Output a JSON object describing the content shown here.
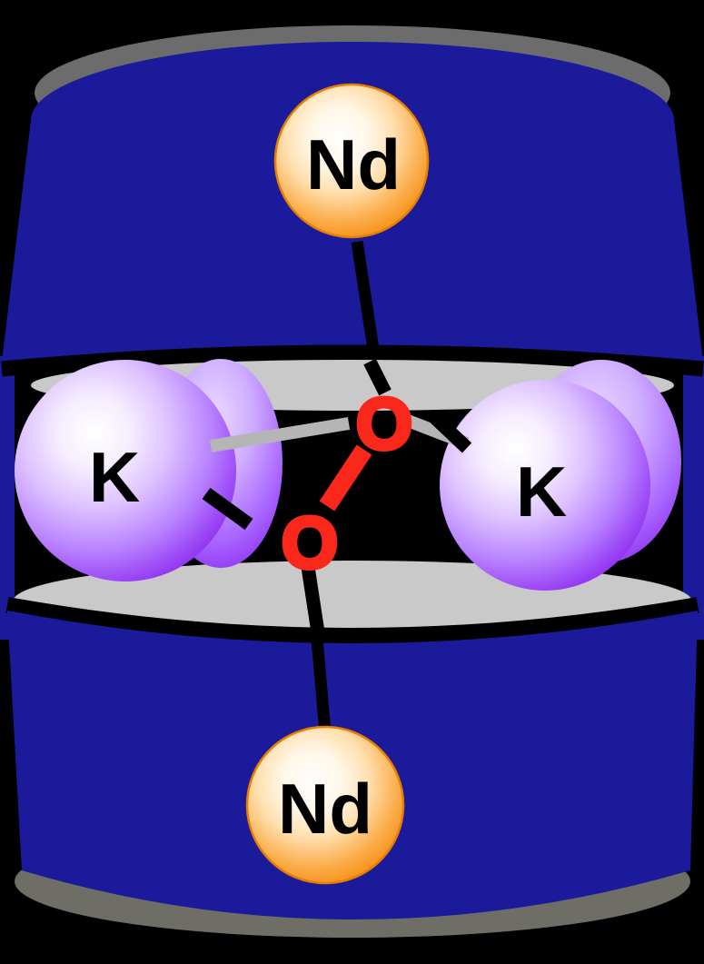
{
  "figure": {
    "type": "molecular-structure-diagram",
    "description": "O2 dumbbell between two layers, coordinated by K and Nd atoms",
    "background_color": "#000000",
    "slab_color": "#1a1a9a",
    "slab_face_color": "#c9c9c9",
    "slab_rim_top_color": "#6c6c6c",
    "slab_rim_bottom_color": "#6e6e66"
  },
  "atoms": {
    "nd_top": {
      "label": "Nd",
      "element": "neodymium",
      "color": "#f7941e",
      "text_color": "#000000"
    },
    "nd_bottom": {
      "label": "Nd",
      "element": "neodymium",
      "color": "#f7941e",
      "text_color": "#000000"
    },
    "k_left": {
      "label": "K",
      "element": "potassium",
      "color": "#9d4cf7",
      "text_color": "#000000"
    },
    "k_right": {
      "label": "K",
      "element": "potassium",
      "color": "#9d4cf7",
      "text_color": "#000000"
    },
    "o_upper": {
      "label": "O",
      "element": "oxygen",
      "color": "#f9281a"
    },
    "o_lower": {
      "label": "O",
      "element": "oxygen",
      "color": "#f9281a"
    }
  },
  "bonds": {
    "o_o_color": "#f9281a",
    "k_o_color": "#b5b5b5",
    "nd_o_color": "#000000"
  }
}
